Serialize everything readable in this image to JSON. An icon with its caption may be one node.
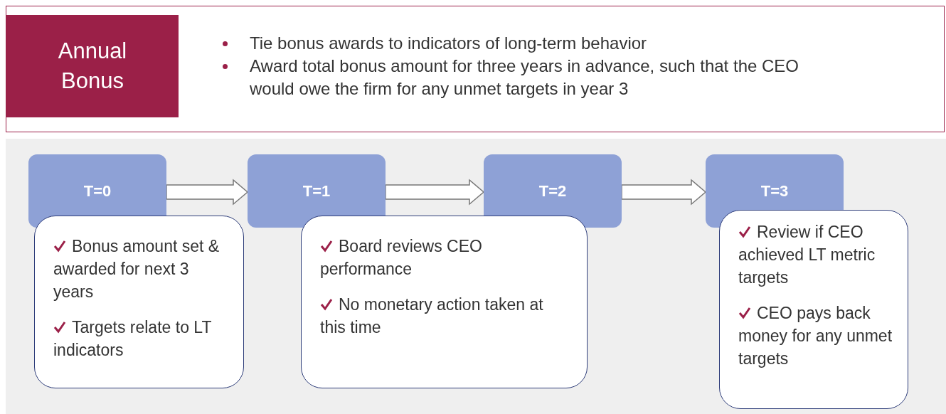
{
  "diagram": {
    "nodes": [
      {
        "text": [
          "Tie bonus awards to indicators of long-term behavior",
          "Award total bonus amount for three years in advance, such that the CEO would owe the firm for any unmet targets in year 3"
        ]
      },
      {
        "text": [
          "Annual Bonus"
        ],
        "in": 0
      },
      {
        "text": [
          "T=0"
        ]
      },
      {
        "text": [
          "T=1"
        ]
      },
      {
        "text": [
          "T=2"
        ]
      },
      {
        "text": [
          "T=3"
        ]
      },
      {
        "text": [
          "Bonus amount set & awarded for next 3 years",
          "Targets relate to LT indicators"
        ]
      },
      {
        "text": [
          "Board reviews CEO performance",
          "No monetary action taken at this time"
        ]
      },
      {
        "text": [
          "Review if CEO achieved LT metric targets",
          "CEO pays back money for any unmet targets"
        ]
      }
    ],
    "edges": [
      {
        "from": 2,
        "to": 3,
        "arrow": "to"
      },
      {
        "from": 3,
        "to": 4,
        "arrow": "to"
      },
      {
        "from": 4,
        "to": 5,
        "arrow": "to"
      }
    ]
  }
}
